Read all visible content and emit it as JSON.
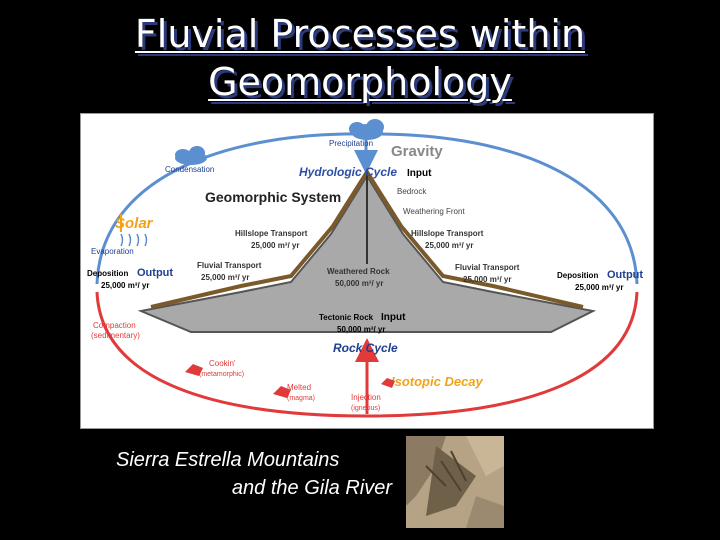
{
  "slide": {
    "title_line1": "Fluvial Processes within",
    "title_line2": "Geomorphology",
    "caption_line1": "Sierra Estrella Mountains",
    "caption_line2": "and the Gila River"
  },
  "diagram": {
    "precipitation": "Precipitation",
    "gravity": "Gravity",
    "condensation": "Condensation",
    "hydrologic_cycle": "Hydrologic Cycle",
    "input_top": "Input",
    "bedrock": "Bedrock",
    "geomorphic_system": "Geomorphic System",
    "weathering_front": "Weathering Front",
    "solar": "Solar",
    "evaporation": "Evaporation",
    "hillslope_left": "Hillslope Transport",
    "hillslope_left_value": "25,000 m³/ yr",
    "hillslope_right": "Hillslope Transport",
    "hillslope_right_value": "25,000 m³/ yr",
    "fluvial_left": "Fluvial Transport",
    "fluvial_left_value": "25,000 m³/ yr",
    "fluvial_right": "Fluvial Transport",
    "fluvial_right_value": "25,000 m³/ yr",
    "weathered_rock": "Weathered Rock",
    "weathered_rock_value": "50,000 m³/ yr",
    "deposition_left": "Deposition",
    "output_left": "Output",
    "deposition_left_value": "25,000 m³/ yr",
    "deposition_right": "Deposition",
    "output_right": "Output",
    "deposition_right_value": "25,000 m³/ yr",
    "tectonic_rock": "Tectonic Rock",
    "input_tectonic": "Input",
    "tectonic_value": "50,000 m³/ yr",
    "compaction": "Compaction",
    "compaction_sub": "(sedimentary)",
    "rock_cycle": "Rock Cycle",
    "cookin": "Cookin'",
    "cookin_sub": "(metamorphic)",
    "isotopic_decay": "Isotopic Decay",
    "melted": "Melted",
    "melted_sub": "(magma)",
    "injection": "Injection",
    "injection_sub": "(igneous)"
  },
  "colors": {
    "blue_arc": "#5b8fd0",
    "red_arc": "#e03a3a",
    "orange": "#f2a21a",
    "dark_blue_text": "#1f3f8f",
    "rock_gray": "#a9a9a9"
  }
}
